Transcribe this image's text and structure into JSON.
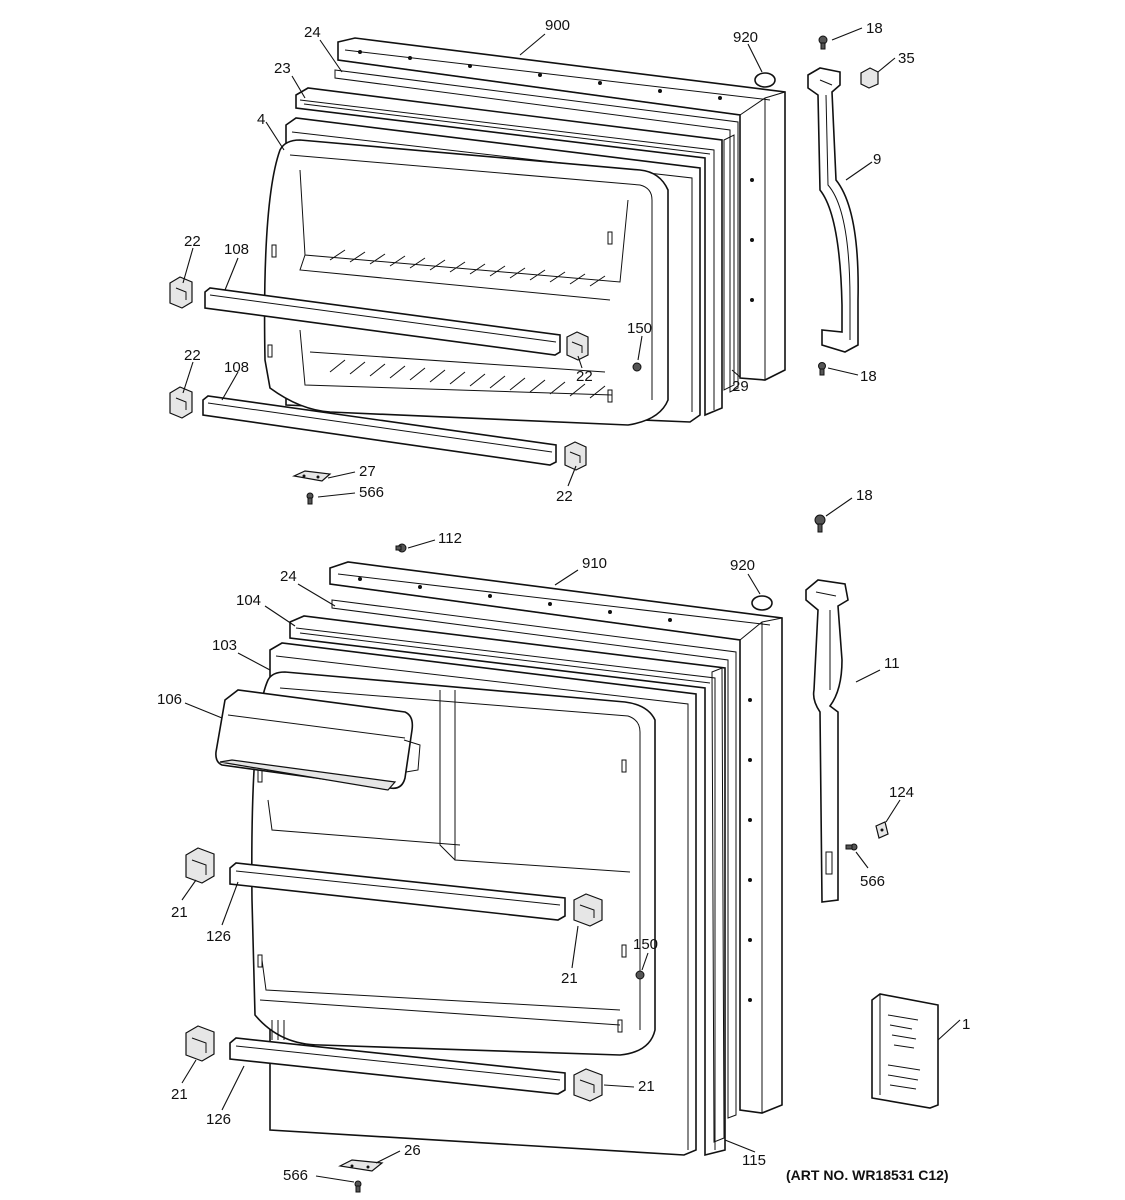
{
  "callouts": {
    "c900": "900",
    "c24a": "24",
    "c920a": "920",
    "c18a": "18",
    "c35": "35",
    "c23": "23",
    "c4": "4",
    "c9": "9",
    "c22a": "22",
    "c108a": "108",
    "c150a": "150",
    "c22b": "22",
    "c22c": "22",
    "c108b": "108",
    "c18b": "18",
    "c29": "29",
    "c27": "27",
    "c22d": "22",
    "c566a": "566",
    "c18c": "18",
    "c112": "112",
    "c910": "910",
    "c920b": "920",
    "c24b": "24",
    "c104": "104",
    "c103": "103",
    "c106": "106",
    "c11": "11",
    "c124": "124",
    "c566b": "566",
    "c21a": "21",
    "c126a": "126",
    "c150b": "150",
    "c21b": "21",
    "c1": "1",
    "c21c": "21",
    "c126b": "126",
    "c21d": "21",
    "c26": "26",
    "c566c": "566",
    "c115": "115"
  },
  "art_number": "(ART NO. WR18531 C12)",
  "colors": {
    "line": "#111111",
    "background": "#ffffff",
    "fill": "#e6e6e6"
  }
}
